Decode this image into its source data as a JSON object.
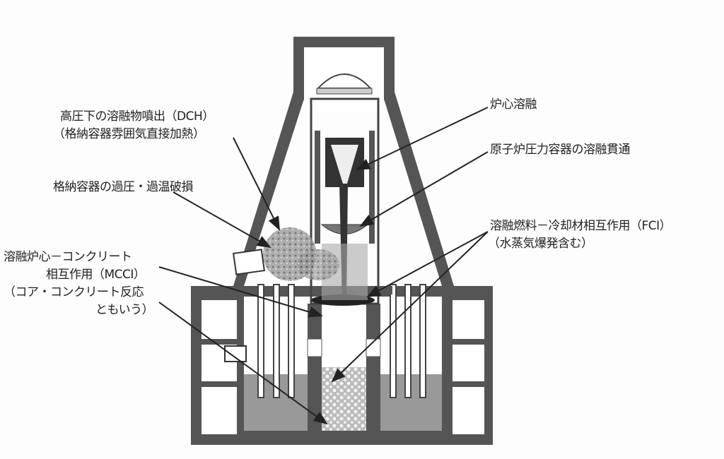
{
  "labels": {
    "core_melt": "炉心溶融",
    "rpv_melt_through": "原子炉圧力容器の溶融貫通",
    "fci": "溶融燃料－冷却材相互作用（FCI）",
    "fci_note": "（水蒸気爆発含む）",
    "dch": "高圧下の溶融物噴出（DCH）",
    "dch_note": "（格納容器雰囲気直接加熱）",
    "overpressure": "格納容器の過圧・過温破損",
    "mcci_1": "溶融炉心－コンクリート",
    "mcci_2": "相互作用（MCCI）",
    "mcci_3": "（コア・コンクリート反応",
    "mcci_4": "ともいう）"
  }
}
